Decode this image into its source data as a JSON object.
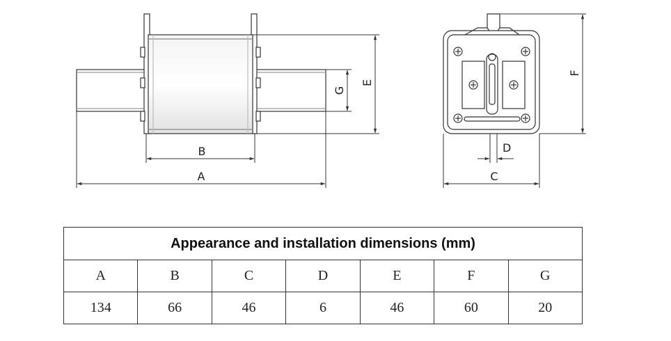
{
  "diagram": {
    "side_view_labels": {
      "a": "A",
      "b": "B",
      "e": "E",
      "g": "G"
    },
    "end_view_labels": {
      "c": "C",
      "d": "D",
      "f": "F"
    }
  },
  "table": {
    "title": "Appearance and installation dimensions (mm)",
    "headers": [
      "A",
      "B",
      "C",
      "D",
      "E",
      "F",
      "G"
    ],
    "values": [
      "134",
      "66",
      "46",
      "6",
      "46",
      "60",
      "20"
    ]
  }
}
